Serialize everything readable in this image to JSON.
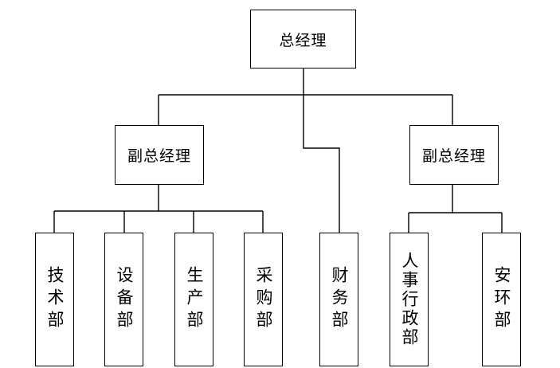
{
  "nodes": {
    "gm": "总经理",
    "deputy_left": "副总经理",
    "deputy_right": "副总经理",
    "tech": "技术部",
    "equipment": "设备部",
    "production": "生产部",
    "purchasing": "采购部",
    "finance": "财务部",
    "hr_admin": "人事行政部",
    "env_safety": "安环部"
  }
}
